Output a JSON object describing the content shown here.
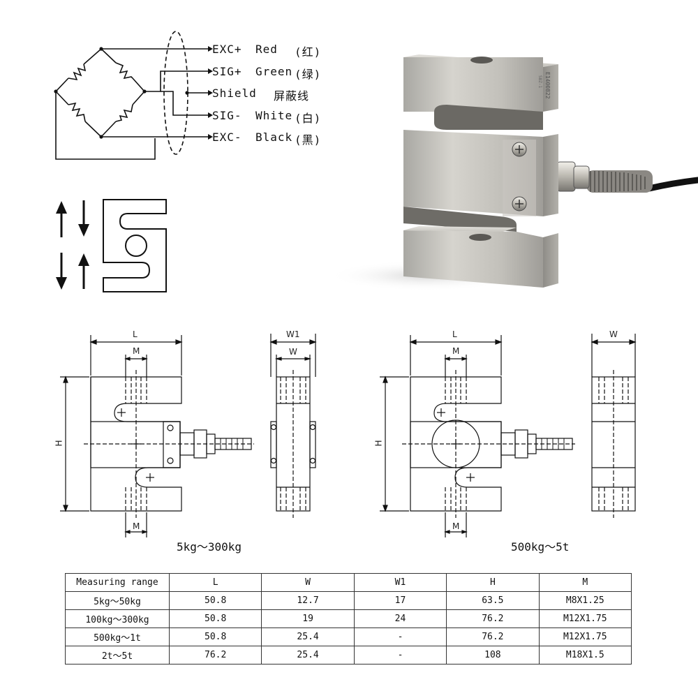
{
  "wiring": [
    {
      "code": "EXC+",
      "color": "Red",
      "cn": "(红)"
    },
    {
      "code": "SIG+",
      "color": "Green",
      "cn": "(绿)"
    },
    {
      "code": "Shield",
      "color": "",
      "cn": "屏蔽线"
    },
    {
      "code": "SIG-",
      "color": "White",
      "cn": "(白)"
    },
    {
      "code": "EXC-",
      "color": "Black",
      "cn": "(黑)"
    }
  ],
  "product": {
    "serial": "E1400822",
    "model": "SBZ-1"
  },
  "drawings": {
    "small": {
      "caption": "5kg～300kg",
      "L": "L",
      "M_top": "M",
      "M_bottom": "M",
      "H": "H",
      "W1": "W1",
      "W": "W"
    },
    "large": {
      "caption": "500kg～5t",
      "L": "L",
      "M_top": "M",
      "M_bottom": "M",
      "H": "H",
      "W": "W"
    }
  },
  "table": {
    "headers": [
      "Measuring range",
      "L",
      "W",
      "W1",
      "H",
      "M"
    ],
    "rows": [
      [
        "5kg～50kg",
        "50.8",
        "12.7",
        "17",
        "63.5",
        "M8X1.25"
      ],
      [
        "100kg～300kg",
        "50.8",
        "19",
        "24",
        "76.2",
        "M12X1.75"
      ],
      [
        "500kg～1t",
        "50.8",
        "25.4",
        "-",
        "76.2",
        "M12X1.75"
      ],
      [
        "2t～5t",
        "76.2",
        "25.4",
        "-",
        "108",
        "M18X1.5"
      ]
    ]
  }
}
